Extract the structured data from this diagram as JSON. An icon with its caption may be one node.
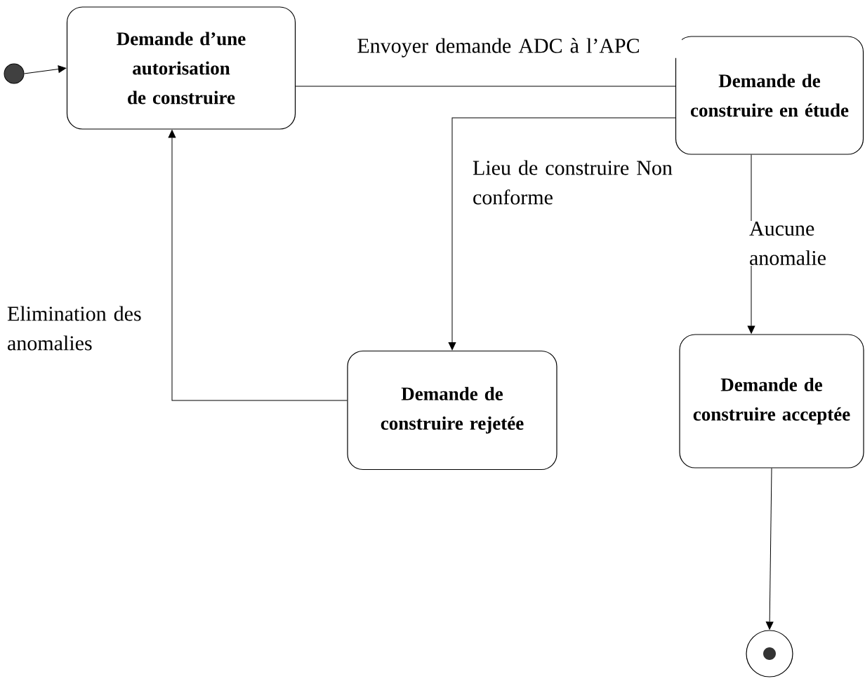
{
  "diagram": {
    "nodes": [
      {
        "text": [],
        "shape": "circle"
      },
      {
        "text": [
          "Demande d’une autorisation de construire"
        ]
      },
      {
        "text": [
          "Demande de construire en étude"
        ]
      },
      {
        "text": [
          "Demande de construire rejetée"
        ]
      },
      {
        "text": [
          "Demande de construire acceptée"
        ]
      },
      {
        "text": [],
        "shape": "circle"
      }
    ],
    "edges": [
      {
        "from": 0,
        "to": 1,
        "arrow": "to"
      },
      {
        "from": 1,
        "to": 2,
        "arrow": "none",
        "label": "Envoyer demande ADC à l’APC"
      },
      {
        "from": 2,
        "to": 3,
        "arrow": "to",
        "label": "Lieu de construire Non conforme"
      },
      {
        "from": 2,
        "to": 4,
        "arrow": "to",
        "label": "Aucune anomalie"
      },
      {
        "from": 3,
        "to": 1,
        "arrow": "to",
        "label": "Elimination des anomalies"
      },
      {
        "from": 4,
        "to": 5,
        "arrow": "to"
      }
    ]
  }
}
